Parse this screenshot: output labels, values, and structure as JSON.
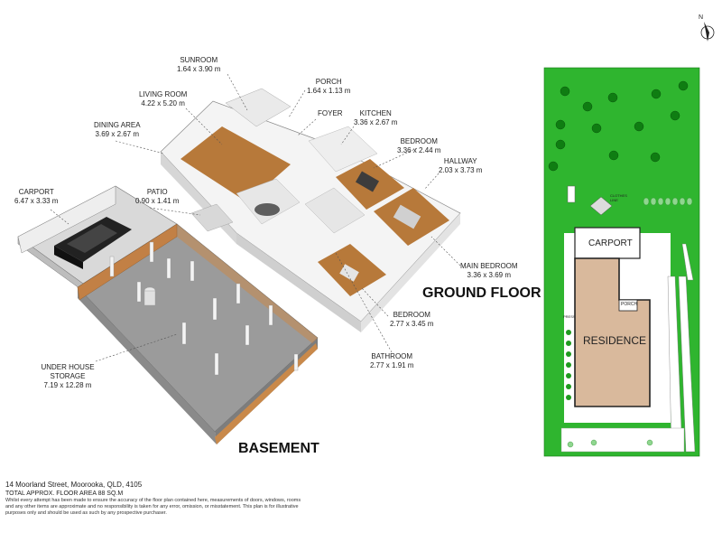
{
  "ground_floor_title": "GROUND FLOOR",
  "basement_title": "BASEMENT",
  "rooms": [
    {
      "id": "sunroom",
      "name": "SUNROOM",
      "dims": "1.64 x 3.90 m"
    },
    {
      "id": "porch",
      "name": "PORCH",
      "dims": "1.64 x 1.13 m"
    },
    {
      "id": "living-room",
      "name": "LIVING ROOM",
      "dims": "4.22 x 5.20 m"
    },
    {
      "id": "foyer",
      "name": "FOYER",
      "dims": ""
    },
    {
      "id": "kitchen",
      "name": "KITCHEN",
      "dims": "3.36 x 2.67 m"
    },
    {
      "id": "dining-area",
      "name": "DINING AREA",
      "dims": "3.69 x 2.67 m"
    },
    {
      "id": "bedroom-1",
      "name": "BEDROOM",
      "dims": "3.36 x 2.44 m"
    },
    {
      "id": "hallway",
      "name": "HALLWAY",
      "dims": "2.03 x 3.73 m"
    },
    {
      "id": "carport",
      "name": "CARPORT",
      "dims": "6.47 x 3.33 m"
    },
    {
      "id": "patio",
      "name": "PATIO",
      "dims": "0.90 x 1.41 m"
    },
    {
      "id": "main-bedroom",
      "name": "MAIN BEDROOM",
      "dims": "3.36 x 3.69 m"
    },
    {
      "id": "bedroom-2",
      "name": "BEDROOM",
      "dims": "2.77 x 3.45 m"
    },
    {
      "id": "under-house-storage",
      "name": "UNDER HOUSE STORAGE",
      "dims": "7.19 x 12.28 m"
    },
    {
      "id": "bathroom",
      "name": "BATHROOM",
      "dims": "2.77 x 1.91 m"
    }
  ],
  "site_plan": {
    "carport_label": "CARPORT",
    "residence_label": "RESIDENCE",
    "porch_label": "PORCH",
    "press_label": "PRESS",
    "clothes_line_label": "CLOTHES LINE",
    "north_label": "N"
  },
  "footer": {
    "address": "14 Moorland Street, Moorooka, QLD, 4105",
    "total_area": "TOTAL APPROX. FLOOR AREA 88 SQ.M",
    "disclaimer": "Whilst every attempt has been made to ensure the accuracy of the floor plan contained here, measurements of doors, windows, rooms and any other items are approximate and no responsibility is taken for any error, omission, or misstatement. This plan is for illustrative purposes only and should be used as such by any prospective purchaser."
  },
  "colors": {
    "lawn": "#2fb52f",
    "residence": "#d9b99c",
    "timber_floor": "#b7793a",
    "concrete": "#9a9a9a",
    "wall": "#f2f2f2"
  }
}
